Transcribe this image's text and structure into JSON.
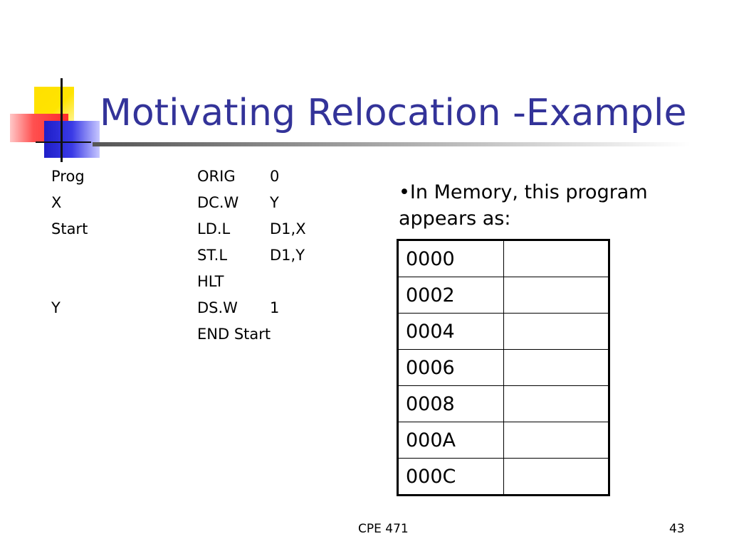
{
  "slide": {
    "title": "Motivating Relocation -Example",
    "listing": [
      {
        "label": "Prog",
        "op": "ORIG",
        "arg": "0"
      },
      {
        "label": "X",
        "op": "DC.W",
        "arg": "Y"
      },
      {
        "label": "Start",
        "op": "LD.L",
        "arg": "D1,X"
      },
      {
        "label": "",
        "op": "ST.L",
        "arg": "D1,Y"
      },
      {
        "label": "",
        "op": "HLT",
        "arg": ""
      },
      {
        "label": "Y",
        "op": "DS.W",
        "arg": "1"
      },
      {
        "label": "",
        "op": "END Start",
        "arg": ""
      }
    ],
    "bullet": {
      "line1": "•In Memory, this program",
      "line2": "appears as:"
    },
    "memory_table": {
      "addresses": [
        "0000",
        "0002",
        "0004",
        "0006",
        "0008",
        "000A",
        "000C"
      ],
      "values": [
        "",
        "",
        "",
        "",
        "",
        "",
        ""
      ]
    },
    "footer": {
      "course": "CPE 471",
      "page_number": "43"
    },
    "colors": {
      "title": "#333399",
      "accent_yellow": "#ffe000",
      "accent_red": "#ff2a2a",
      "accent_blue": "#1e1ec8"
    }
  }
}
